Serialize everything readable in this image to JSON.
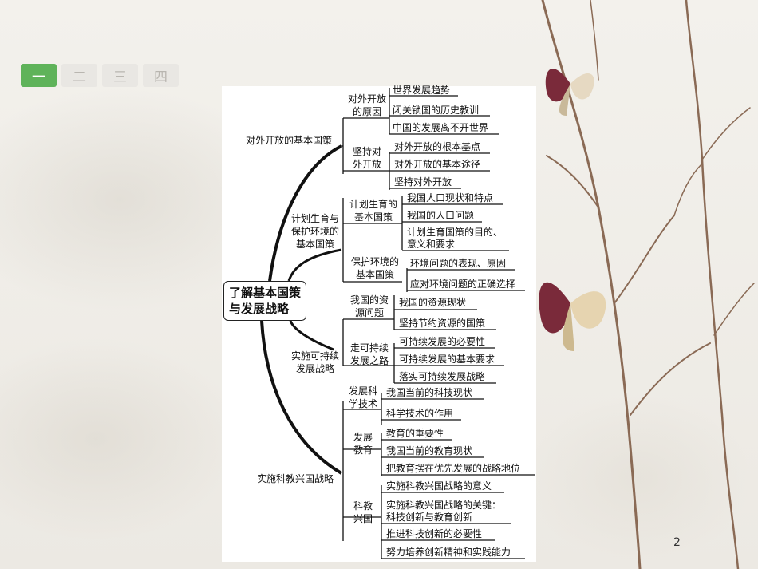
{
  "tabs": [
    {
      "label": "一",
      "active": true
    },
    {
      "label": "二",
      "active": false
    },
    {
      "label": "三",
      "active": false
    },
    {
      "label": "四",
      "active": false
    }
  ],
  "root": {
    "line1": "了解基本国策",
    "line2": "与发展战略"
  },
  "branches": {
    "b1": {
      "label": "对外开放的基本国策",
      "subA": {
        "line1": "对外开放",
        "line2": "的原因",
        "leaves": [
          "世界发展趋势",
          "闭关锁国的历史教训",
          "中国的发展离不开世界"
        ]
      },
      "subB": {
        "line1": "坚持对",
        "line2": "外开放",
        "leaves": [
          "对外开放的根本基点",
          "对外开放的基本途径",
          "坚持对外开放"
        ]
      }
    },
    "b2": {
      "line1": "计划生育与",
      "line2": "保护环境的",
      "line3": "基本国策",
      "subA": {
        "line1": "计划生育的",
        "line2": "基本国策",
        "leaves": [
          "我国人口现状和特点",
          "我国的人口问题",
          "计划生育国策的目的、",
          "意义和要求"
        ]
      },
      "subB": {
        "line1": "保护环境的",
        "line2": "基本国策",
        "leaves": [
          "环境问题的表现、原因",
          "应对环境问题的正确选择"
        ]
      }
    },
    "b3": {
      "line1": "实施可持续",
      "line2": "发展战略",
      "subA": {
        "line1": "我国的资",
        "line2": "源问题",
        "leaves": [
          "我国的资源现状",
          "坚持节约资源的国策"
        ]
      },
      "subB": {
        "line1": "走可持续",
        "line2": "发展之路",
        "leaves": [
          "可持续发展的必要性",
          "可持续发展的基本要求",
          "落实可持续发展战略"
        ]
      }
    },
    "b4": {
      "label": "实施科教兴国战略",
      "subA": {
        "line1": "发展科",
        "line2": "学技术",
        "leaves": [
          "我国当前的科技现状",
          "科学技术的作用"
        ]
      },
      "subB": {
        "line1": "发展",
        "line2": "教育",
        "leaves": [
          "教育的重要性",
          "我国当前的教育现状",
          "把教育摆在优先发展的战略地位"
        ]
      },
      "subC": {
        "line1": "科教",
        "line2": "兴国",
        "leaves": [
          "实施科教兴国战略的意义",
          "实施科教兴国战略的关键：",
          "科技创新与教育创新",
          "推进科技创新的必要性",
          "努力培养创新精神和实践能力"
        ]
      }
    }
  },
  "page_number": "2",
  "colors": {
    "tab_active": "#5fb35a",
    "tab_inactive": "#e9e7e3",
    "line": "#111111"
  }
}
